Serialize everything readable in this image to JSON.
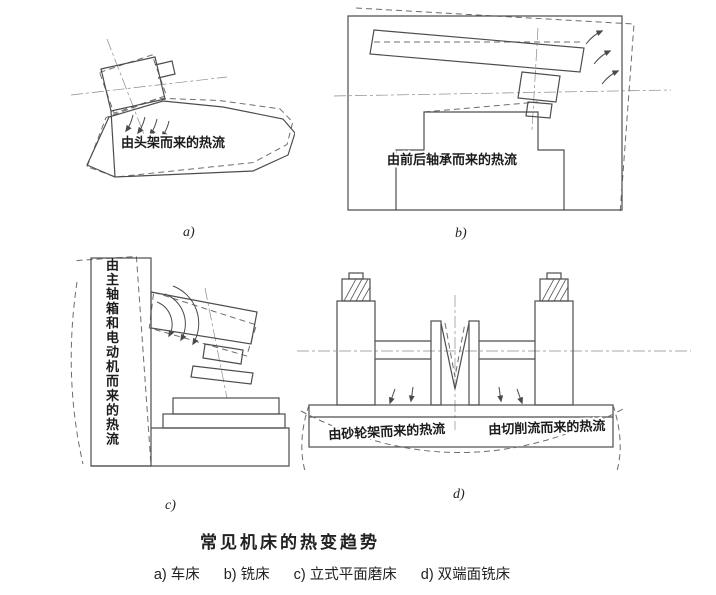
{
  "figure": {
    "caption": "常见机床的热变趋势",
    "panels": [
      {
        "label": "a)",
        "annotation": "由头架而来的热流"
      },
      {
        "label": "b)",
        "annotation": "由前后轴承而来的热流"
      },
      {
        "label": "c)",
        "annotation": "由主轴箱和电动机而来的热流"
      },
      {
        "label": "d)",
        "annotation_left": "由砂轮架而来的热流",
        "annotation_right": "由切削流而来的热流"
      }
    ],
    "legend_items": [
      "a) 车床",
      "b) 铣床",
      "c) 立式平面磨床",
      "d) 双端面铣床"
    ]
  },
  "colors": {
    "line": "#4d4d4d",
    "dashed_line": "#6d6d6d",
    "text": "#1c1c1c",
    "background": "#ffffff"
  }
}
